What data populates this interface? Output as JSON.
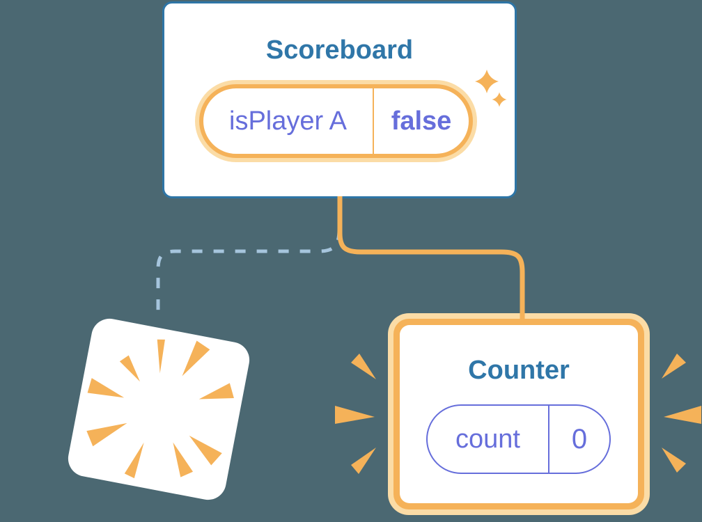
{
  "colors": {
    "background": "#4B6872",
    "card_bg": "#FFFFFF",
    "card_border_blue": "#2E75A6",
    "title_blue": "#2F76A8",
    "purple": "#666EDB",
    "orange": "#F5B259",
    "orange_halo": "#FBDCA6",
    "dash_blue": "#A6C5DD"
  },
  "scoreboard": {
    "title": "Scoreboard",
    "state_pill": {
      "label": "isPlayer A",
      "value": "false"
    }
  },
  "counter": {
    "title": "Counter",
    "state_pill": {
      "label": "count",
      "value": "0"
    }
  },
  "decorations": {
    "sparkles": "sparkle-icon",
    "poof_burst": "poof-burst-icon",
    "emphasis_marks": "emphasis-dash-icon",
    "solid_connector": "solid-orange-connector",
    "dashed_connector": "dashed-blue-connector"
  }
}
